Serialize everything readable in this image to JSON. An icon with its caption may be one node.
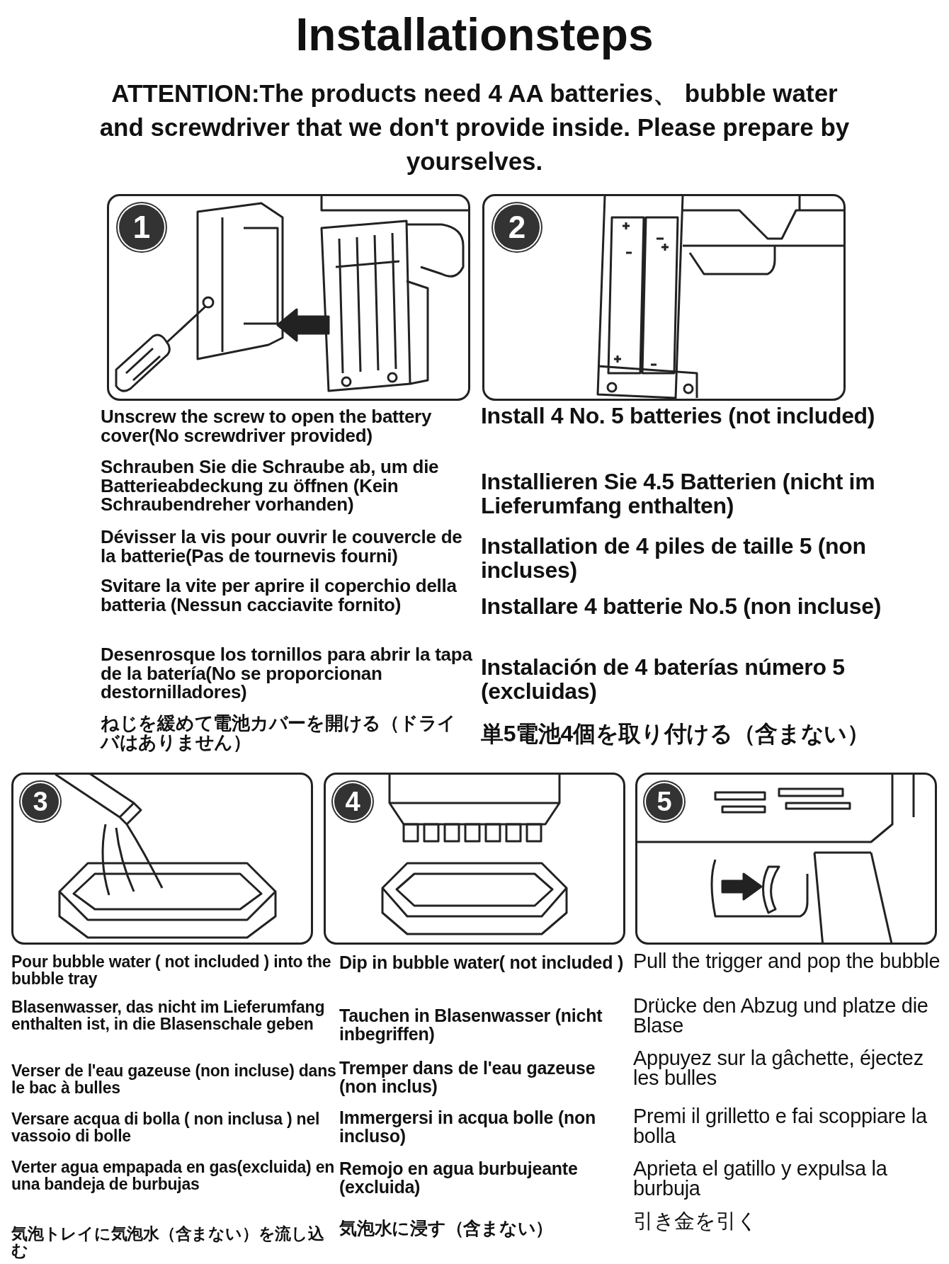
{
  "diagram": {
    "title": "Installationsteps",
    "nodes": [
      {
        "text": [],
        "shape": "picture",
        "beside": [
          "Unscrew the screw to open the battery cover(No screwdriver provided)",
          "Schrauben Sie die Schraube ab, um die Batterieabdeckung zu öffnen (Kein Schraubendreher vorhanden)",
          "Dévisser la vis pour ouvrir le couvercle de la batterie(Pas de tournevis fourni)",
          "Svitare la vite per aprire il coperchio della batteria (Nessun cacciavite fornito)",
          "Desenrosque los tornillos para abrir la tapa de la batería(No se proporcionan destornilladores)",
          "ねじを緩めて電池カバーを開ける（ドライバはありません）"
        ]
      },
      {
        "text": [],
        "shape": "picture",
        "beside": [
          "Install 4 No. 5 batteries (not included)",
          "Installieren Sie 4.5 Batterien (nicht im Lieferumfang enthalten)",
          "Installation de 4 piles de taille 5 (non incluses)",
          "Installare 4 batterie No.5 (non incluse)",
          "Instalación de 4 baterías número 5 (excluidas)",
          "単5電池4個を取り付ける（含まない）"
        ]
      },
      {
        "text": [],
        "shape": "picture",
        "beside": [
          "Pour bubble water ( not included ) into the bubble tray",
          "Blasenwasser, das nicht im Lieferumfang enthalten ist, in die Blasenschale geben",
          "Verser de l'eau gazeuse (non incluse) dans le bac à bulles",
          "Versare acqua di bolla ( non inclusa ) nel vassoio di bolle",
          "Verter agua empapada en gas(excluida) en una bandeja de burbujas",
          "気泡トレイに気泡水（含まない）を流し込む"
        ]
      },
      {
        "text": [],
        "shape": "picture",
        "beside": [
          "Dip in bubble water( not included )",
          "Tauchen in Blasenwasser (nicht inbegriffen)",
          "Tremper dans de l'eau gazeuse (non inclus)",
          "Immergersi in acqua bolle (non incluso)",
          "Remojo en agua burbujeante (excluida)",
          "気泡水に浸す（含まない）"
        ]
      },
      {
        "text": [],
        "shape": "picture",
        "beside": [
          "Pull the trigger and pop the bubble",
          "Drücke den Abzug und platze die Blase",
          "Appuyez sur la gâchette, éjectez les bulles",
          "Premi il grilletto e fai scoppiare la bolla",
          "Aprieta el gatillo y expulsa la burbuja",
          "引き金を引く"
        ]
      },
      {
        "text": [
          "1"
        ],
        "in": 0
      },
      {
        "text": [
          "2"
        ],
        "in": 1
      },
      {
        "text": [
          "3"
        ],
        "in": 2
      },
      {
        "text": [
          "4"
        ],
        "in": 3
      },
      {
        "text": [
          "5"
        ],
        "in": 4
      }
    ],
    "labels": [
      "ATTENTION:The products need 4 AA batteries、 bubble water and screwdriver that we don't provide inside. Please prepare by yourselves."
    ]
  }
}
